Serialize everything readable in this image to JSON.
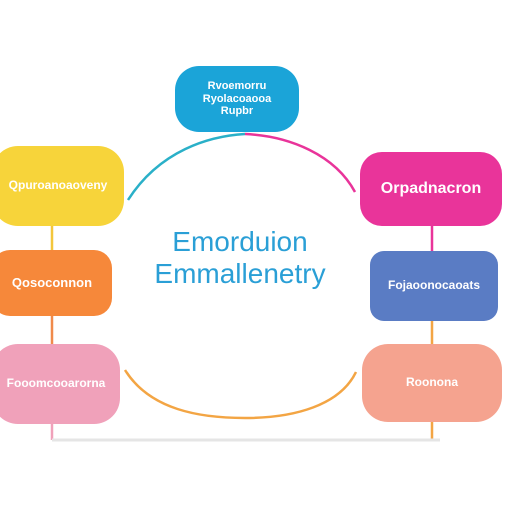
{
  "diagram": {
    "center": {
      "line1": "Emorduion",
      "line2": "Emmallenetry",
      "color": "#2a9fd6"
    },
    "nodes": [
      {
        "id": "top",
        "lines": [
          "Rvoemorru",
          "Ryolacoaooa",
          "Rupbr"
        ],
        "color": "#1ba4d8"
      },
      {
        "id": "left-1",
        "lines": [
          "Qpuroanoaoveny"
        ],
        "color": "#f7d43a"
      },
      {
        "id": "left-2",
        "lines": [
          "Qosoconnon"
        ],
        "color": "#f6883a"
      },
      {
        "id": "left-3",
        "lines": [
          "Fooomcooarorna"
        ],
        "color": "#f0a1ba"
      },
      {
        "id": "right-1",
        "lines": [
          "Orpadnacron"
        ],
        "color": "#e9349a"
      },
      {
        "id": "right-2",
        "lines": [
          "Fojaoonocaoats"
        ],
        "color": "#5a7cc4"
      },
      {
        "id": "right-3",
        "lines": [
          "Roonona"
        ],
        "color": "#f5a38f"
      }
    ],
    "colors": {
      "ring_top_left": "#2ab0c8",
      "ring_top_right": "#e9349a",
      "ring_bottom": "#f3a544",
      "left_spine": "#f3c63c",
      "right_spine": "#f3a544"
    }
  }
}
